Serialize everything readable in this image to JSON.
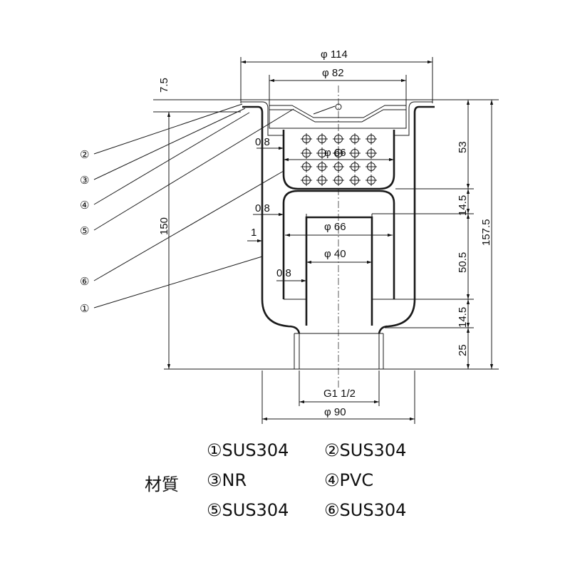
{
  "dimensions": {
    "top_outer": "φ 114",
    "top_inner": "φ 82",
    "basket": "φ 66",
    "trap_outer": "φ 66",
    "trap_inner": "φ 40",
    "thread": "G1 1/2",
    "body": "φ 90",
    "flange": "7.5",
    "height_left": "150",
    "wall_basket": "0.8",
    "wall_trap_outer": "0.8",
    "wall_trap_inner": "0.8",
    "wall_body": "1",
    "h_basket": "53",
    "h_gap1": "14.5",
    "h_trap": "50.5",
    "h_gap2": "14.5",
    "h_thread": "25",
    "height_total": "157.5"
  },
  "callouts": [
    "②",
    "③",
    "④",
    "⑤",
    "⑥",
    "①"
  ],
  "materials": {
    "label": "材質",
    "items": [
      "①SUS304",
      "②SUS304",
      "③NR",
      "④PVC",
      "⑤SUS304",
      "⑥SUS304"
    ]
  }
}
